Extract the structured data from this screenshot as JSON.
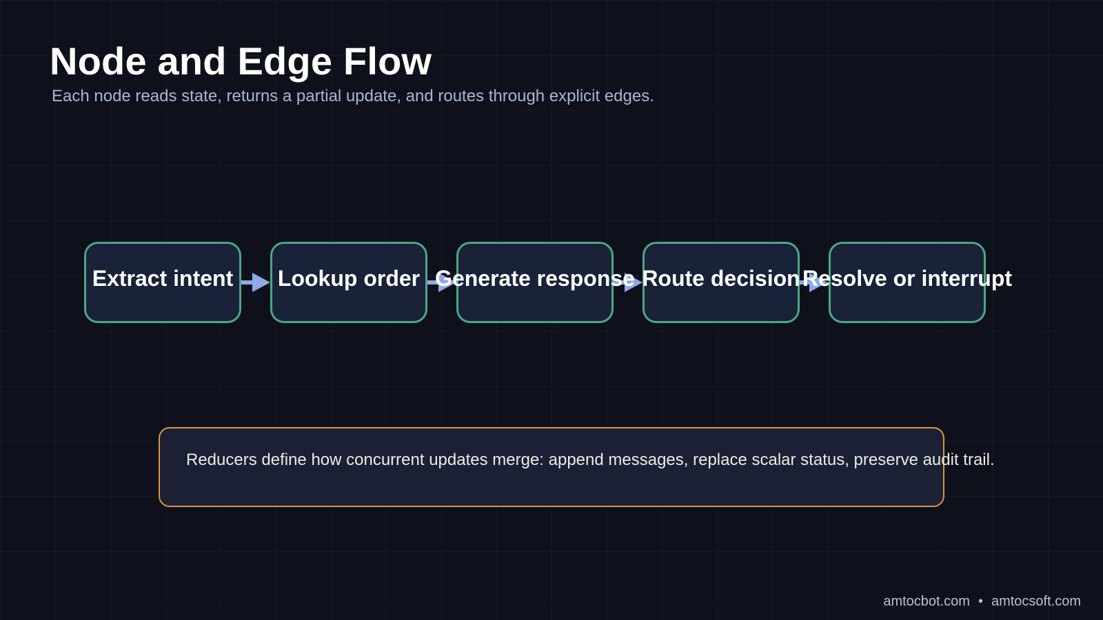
{
  "header": {
    "title": "Node and Edge Flow",
    "subtitle": "Each node reads state, returns a partial update, and routes through explicit edges."
  },
  "flow": {
    "nodes": [
      {
        "label": "Extract intent"
      },
      {
        "label": "Lookup order"
      },
      {
        "label": "Generate response"
      },
      {
        "label": "Route decision"
      },
      {
        "label": "Resolve or interrupt"
      }
    ]
  },
  "note": {
    "text": "Reducers define how concurrent updates merge: append messages, replace scalar status, preserve audit trail."
  },
  "footer": {
    "site_a": "amtocbot.com",
    "separator": "•",
    "site_b": "amtocsoft.com"
  },
  "colors": {
    "background": "#0e111b",
    "node_border": "#4aa886",
    "node_fill": "#192238",
    "edge_arrow": "#8fa9e6",
    "note_border": "#e0943c"
  }
}
